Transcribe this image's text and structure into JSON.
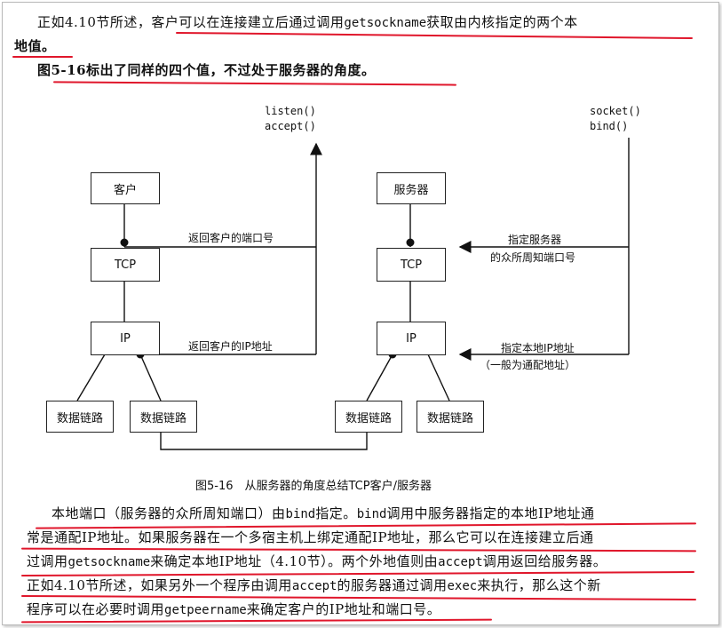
{
  "para1": {
    "line1_a": "正如4.10节所述，",
    "line1_b": "客户可以在连接建立后通过调用",
    "line1_code": "getsockname",
    "line1_c": "获取由内核指定的两个本",
    "line2": "地值。"
  },
  "para2": {
    "line1": "图5-16标出了同样的四个值，不过处于服务器的角度。"
  },
  "figure": {
    "client_box": "客户",
    "client_tcp": "TCP",
    "client_ip": "IP",
    "client_dl1": "数据链路",
    "client_dl2": "数据链路",
    "server_box": "服务器",
    "server_tcp": "TCP",
    "server_ip": "IP",
    "server_dl1": "数据链路",
    "server_dl2": "数据链路",
    "listen_call": "listen()",
    "accept_call": "accept()",
    "socket_call": "socket()",
    "bind_call": "bind()",
    "label_return_port": "返回客户的端口号",
    "label_return_ip": "返回客户的IP地址",
    "label_specify_port_1": "指定服务器",
    "label_specify_port_2": "的众所周知端口号",
    "label_specify_ip_1": "指定本地IP地址",
    "label_specify_ip_2": "（一般为通配地址）",
    "caption": "图5-16　从服务器的角度总结TCP客户/服务器"
  },
  "para3": {
    "l1_a": "本地端口（服务器的众所周知端口）由",
    "l1_code1": "bind",
    "l1_b": "指定。",
    "l1_code2": "bind",
    "l1_c": "调用中服务器指定的本地IP地址通",
    "l2": "常是通配IP地址。如果服务器在一个多宿主机上绑定通配IP地址，那么它可以在连接建立后通",
    "l3_a": "过调用",
    "l3_code1": "getsockname",
    "l3_b": "来确定本地IP地址（4.10节）。两个外地值则由",
    "l3_code2": "accept",
    "l3_c": "调用返回给服务器。",
    "l4_a": "正如4.10节所述，如果另外一个程序由调用",
    "l4_code1": "accept",
    "l4_b": "的服务器通过调用",
    "l4_code2": "exec",
    "l4_c": "来执行，那么这个新",
    "l5_a": "程序可以在必要时调用",
    "l5_code": "getpeername",
    "l5_b": "来确定客户的IP地址和端口号。"
  },
  "colors": {
    "underline": "#e0162b",
    "text": "#111111"
  }
}
